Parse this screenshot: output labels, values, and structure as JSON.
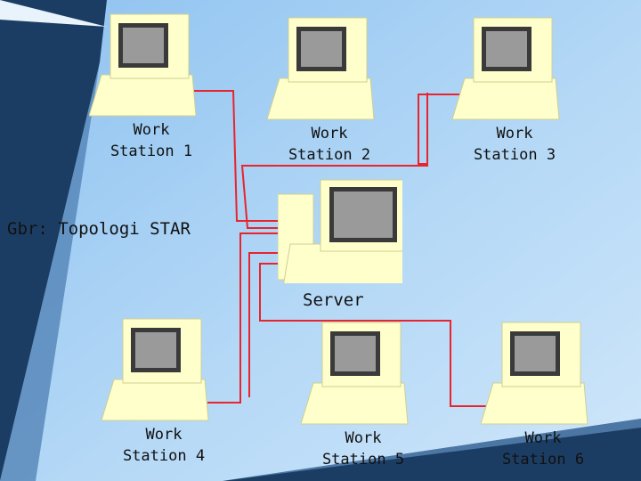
{
  "caption": "Gbr: Topologi STAR",
  "server": {
    "label": "Server"
  },
  "stations": [
    {
      "line1": "Work",
      "line2": "Station 1"
    },
    {
      "line1": "Work",
      "line2": "Station 2"
    },
    {
      "line1": "Work",
      "line2": "Station 3"
    },
    {
      "line1": "Work",
      "line2": "Station 4"
    },
    {
      "line1": "Work",
      "line2": "Station 5"
    },
    {
      "line1": "Work",
      "line2": "Station 6"
    }
  ],
  "colors": {
    "background": "#a8d0f4",
    "dark_wedge": "#1c3d63",
    "light_wedge": "#e8f3fb",
    "computer_body": "#ffffcc",
    "monitor_frame": "#3a3a3a",
    "screen": "#9a9a9a",
    "cable": "#e8242e"
  }
}
